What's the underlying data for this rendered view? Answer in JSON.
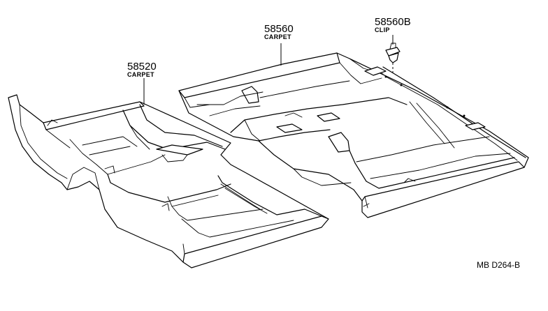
{
  "parts": {
    "front_carpet": {
      "number": "58520",
      "name": "CARPET"
    },
    "rear_carpet": {
      "number": "58560",
      "name": "CARPET"
    },
    "clip": {
      "number": "58560B",
      "name": "CLIP"
    }
  },
  "diagram_ref": "MB D264-B"
}
